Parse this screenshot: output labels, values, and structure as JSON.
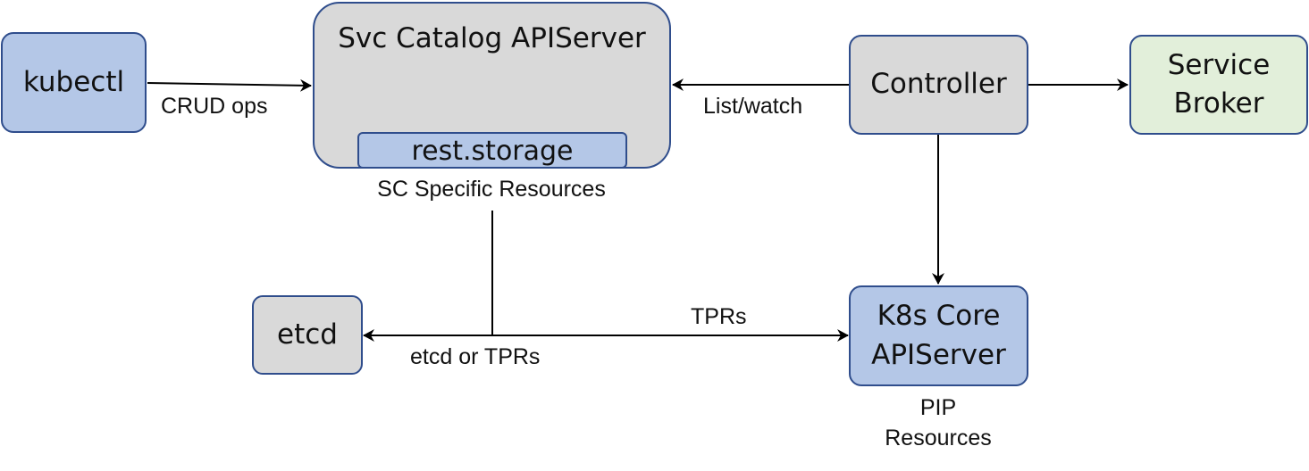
{
  "nodes": {
    "kubectl": "kubectl",
    "svc_catalog": "Svc Catalog APIServer",
    "rest_storage": "rest.storage",
    "controller": "Controller",
    "service_broker_line1": "Service",
    "service_broker_line2": "Broker",
    "etcd": "etcd",
    "k8s_core_line1": "K8s Core",
    "k8s_core_line2": "APIServer"
  },
  "labels": {
    "crud_ops": "CRUD ops",
    "list_watch": "List/watch",
    "sc_specific": "SC Specific Resources",
    "tprs": "TPRs",
    "etcd_or_tprs": "etcd or TPRs",
    "pip_line1": "PIP",
    "pip_line2": "Resources"
  },
  "colors": {
    "blue_fill": "#b4c7e7",
    "gray_fill": "#d9d9d9",
    "green_fill": "#e2efda",
    "border": "#2f4d8c",
    "edge": "#000000"
  }
}
